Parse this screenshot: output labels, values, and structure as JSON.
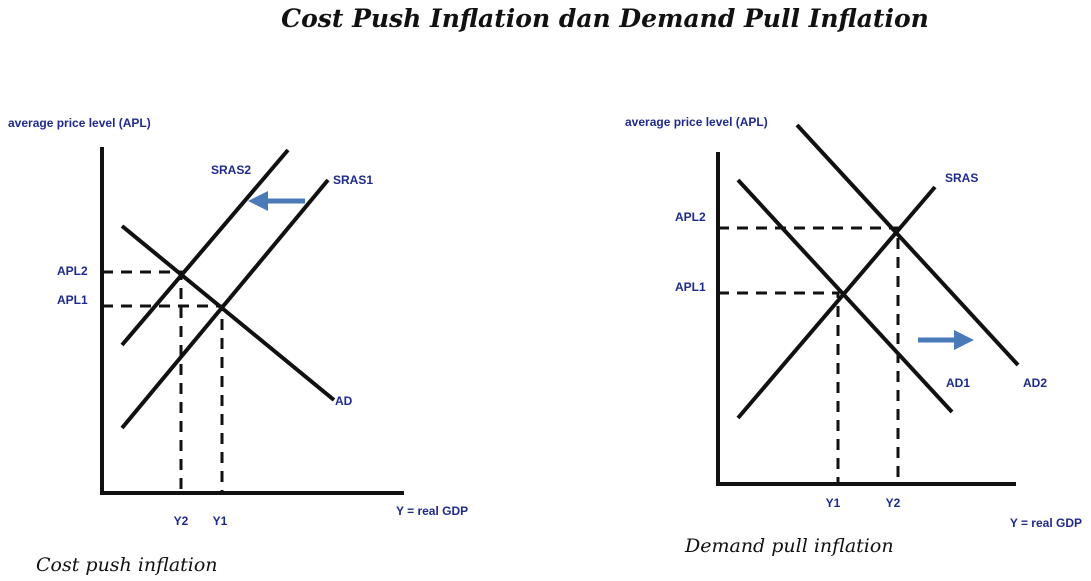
{
  "title": "Cost Push Inflation dan Demand Pull Inflation",
  "colors": {
    "label": "#1f2a8c",
    "arrow": "#4a7ab8",
    "line": "#111111"
  },
  "left_diagram": {
    "caption": "Cost  push inflation",
    "y_axis_label": "average price level (APL)",
    "x_axis_label": "Y = real GDP",
    "curves": {
      "sras2": "SRAS2",
      "sras1": "SRAS1",
      "ad": "AD"
    },
    "price_levels": {
      "apl2": "APL2",
      "apl1": "APL1"
    },
    "outputs": {
      "y2": "Y2",
      "y1": "Y1"
    },
    "shift_arrow": "arrow-left-icon"
  },
  "right_diagram": {
    "caption": "Demand pull inflation",
    "y_axis_label": "average price level (APL)",
    "x_axis_label": "Y = real GDP",
    "curves": {
      "sras": "SRAS",
      "ad1": "AD1",
      "ad2": "AD2"
    },
    "price_levels": {
      "apl2": "APL2",
      "apl1": "APL1"
    },
    "outputs": {
      "y1": "Y1",
      "y2": "Y2"
    },
    "shift_arrow": "arrow-right-icon"
  }
}
